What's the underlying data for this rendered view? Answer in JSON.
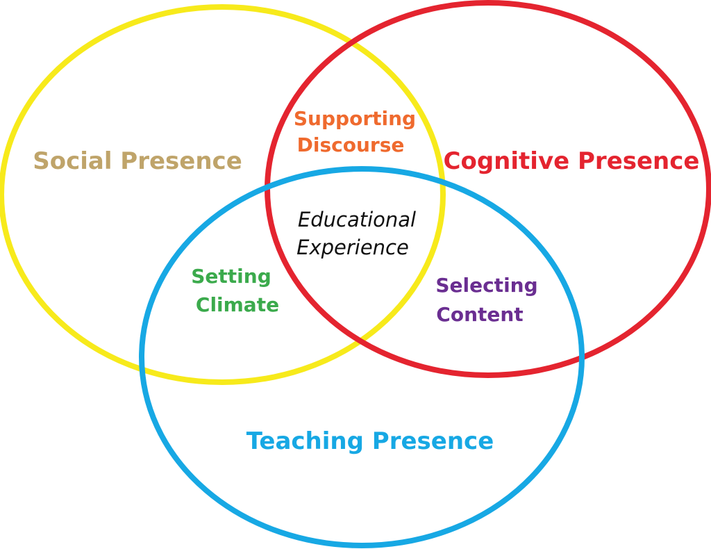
{
  "circles": {
    "social": {
      "label": "Social Presence",
      "color": "#F7EA1B"
    },
    "cognitive": {
      "label": "Cognitive Presence",
      "color": "#E4242F"
    },
    "teaching": {
      "label": "Teaching Presence",
      "color": "#17A8E4"
    }
  },
  "overlaps": {
    "social_cognitive": {
      "line1": "Supporting",
      "line2": "Discourse",
      "color": "#EF6A2E"
    },
    "social_teaching": {
      "line1": "Setting",
      "line2": "Climate",
      "color": "#3BAA4C"
    },
    "cognitive_teaching": {
      "line1": "Selecting",
      "line2": "Content",
      "color": "#6A2E91"
    }
  },
  "center": {
    "line1": "Educational",
    "line2": "Experience",
    "color": "#111111"
  },
  "label_colors": {
    "social": "#BFA46A",
    "cognitive": "#E4242F",
    "teaching": "#17A8E4"
  }
}
